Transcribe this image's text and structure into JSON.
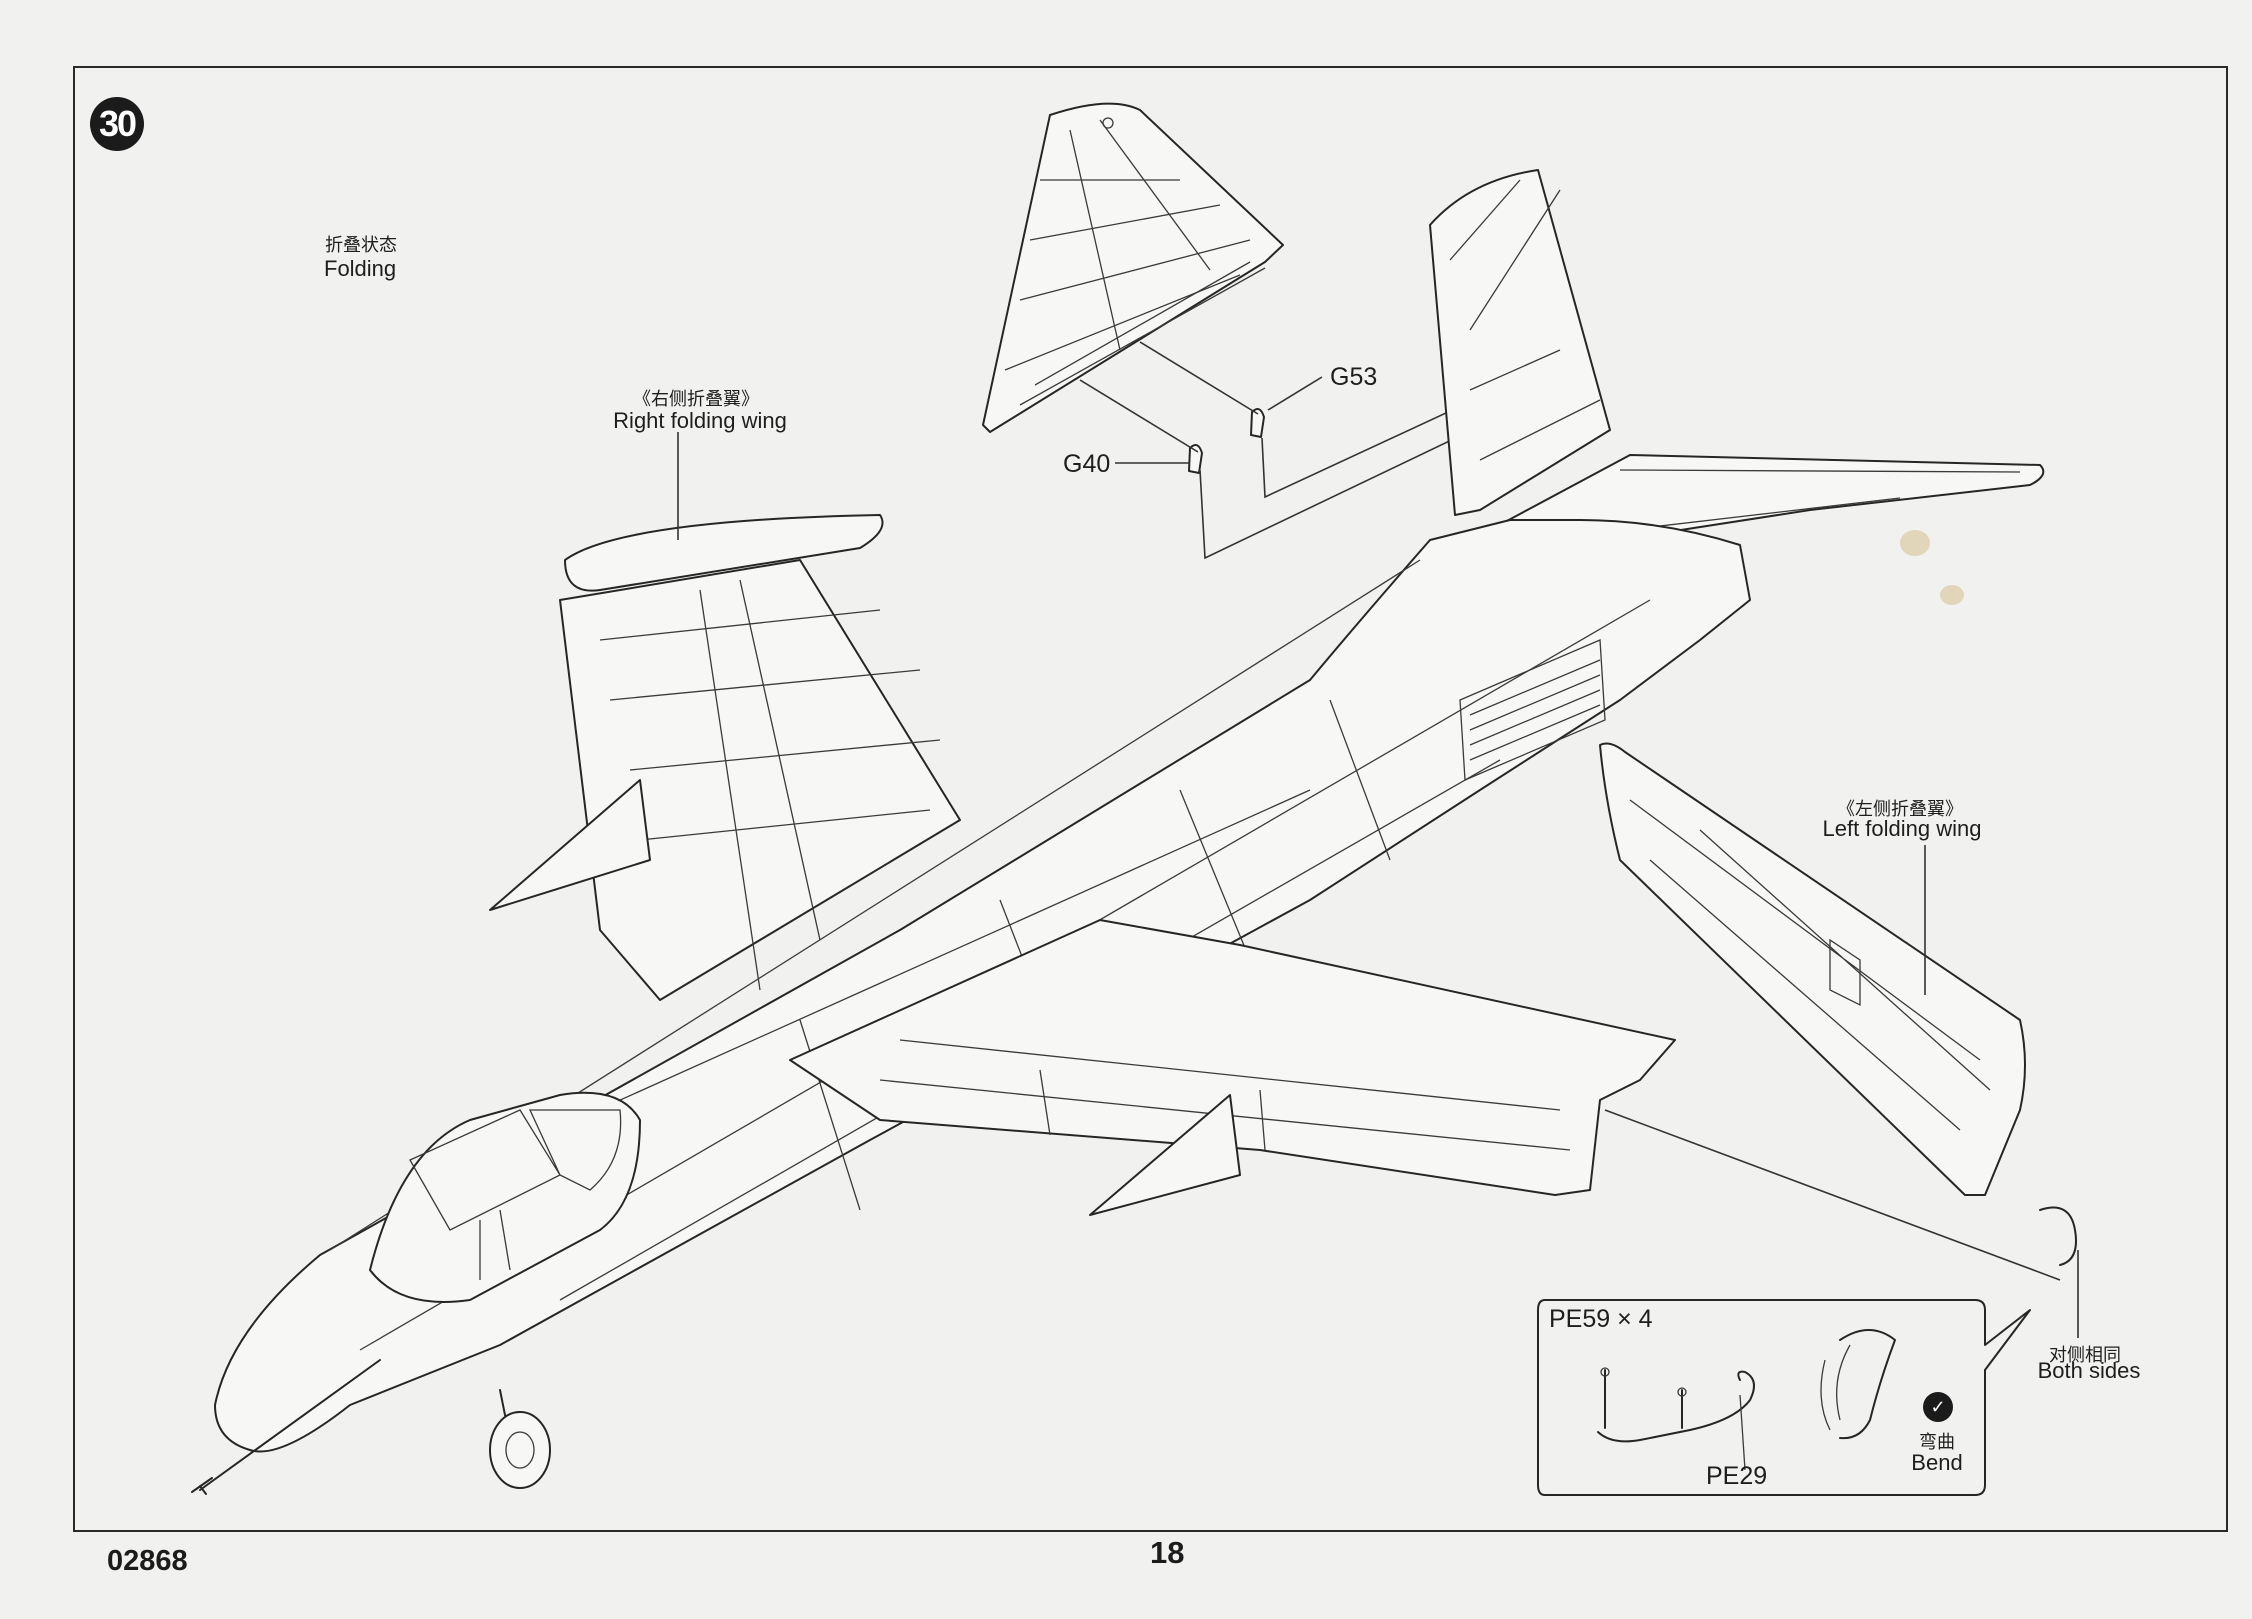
{
  "step": {
    "number": "30"
  },
  "folding_caption": {
    "cn": "折叠状态",
    "en": "Folding"
  },
  "right_wing_callout": {
    "cn": "《右侧折叠翼》",
    "en": "Right folding wing"
  },
  "left_wing_callout": {
    "cn": "《左侧折叠翼》",
    "en": "Left folding wing"
  },
  "parts": {
    "g53": "G53",
    "g40": "G40",
    "pe59": "PE59 × 4",
    "pe29": "PE29"
  },
  "bend": {
    "cn": "弯曲",
    "en": "Bend",
    "icon": "bend-icon"
  },
  "both_sides": {
    "cn": "对侧相同",
    "en": "Both sides"
  },
  "footer": {
    "code": "02868",
    "page": "18"
  }
}
